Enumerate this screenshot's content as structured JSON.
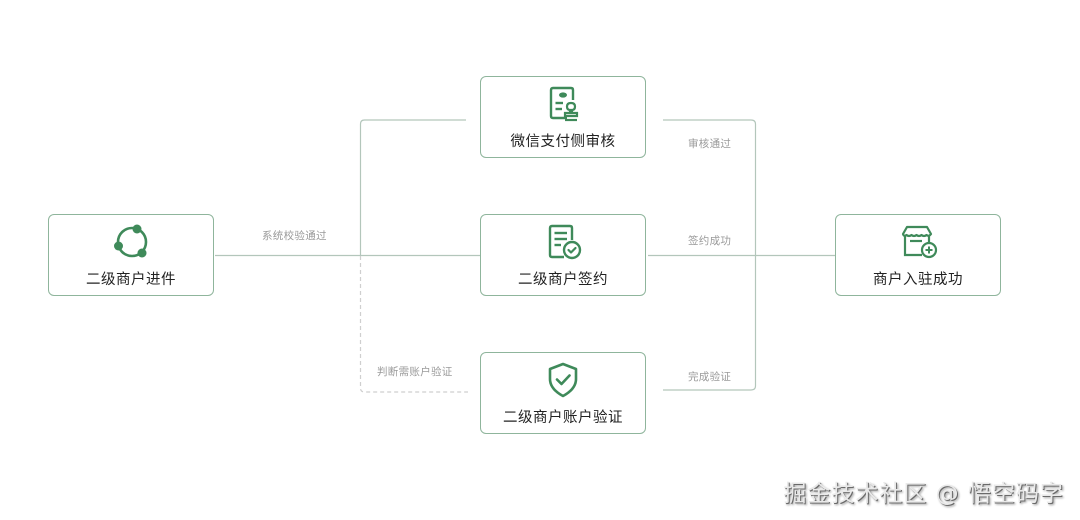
{
  "diagram": {
    "title": "",
    "colors": {
      "accent_green": "#3f8a5a",
      "node_border": "#8fb59c",
      "connector": "#b3c6bb",
      "connector_dashed": "#cfcfcf",
      "edge_label": "#9a9a9a",
      "node_text": "#222222"
    },
    "nodes": [
      {
        "id": "start",
        "label": "二级商户进件",
        "icon": "network-cycle-icon"
      },
      {
        "id": "wechat_review",
        "label": "微信支付侧审核",
        "icon": "document-stamp-icon"
      },
      {
        "id": "sign",
        "label": "二级商户签约",
        "icon": "document-check-icon"
      },
      {
        "id": "account_verify",
        "label": "二级商户账户验证",
        "icon": "shield-check-icon"
      },
      {
        "id": "success",
        "label": "商户入驻成功",
        "icon": "store-add-icon"
      }
    ],
    "edges": [
      {
        "from": "start",
        "to": "wechat_review|sign",
        "label": "系统校验通过",
        "style": "solid"
      },
      {
        "from": "start",
        "to": "account_verify",
        "label": "判断需账户验证",
        "style": "dashed"
      },
      {
        "from": "wechat_review",
        "to": "success",
        "label": "审核通过",
        "style": "solid"
      },
      {
        "from": "sign",
        "to": "success",
        "label": "签约成功",
        "style": "solid"
      },
      {
        "from": "account_verify",
        "to": "success",
        "label": "完成验证",
        "style": "solid"
      }
    ]
  },
  "watermark": "掘金技术社区 @ 悟空码字"
}
